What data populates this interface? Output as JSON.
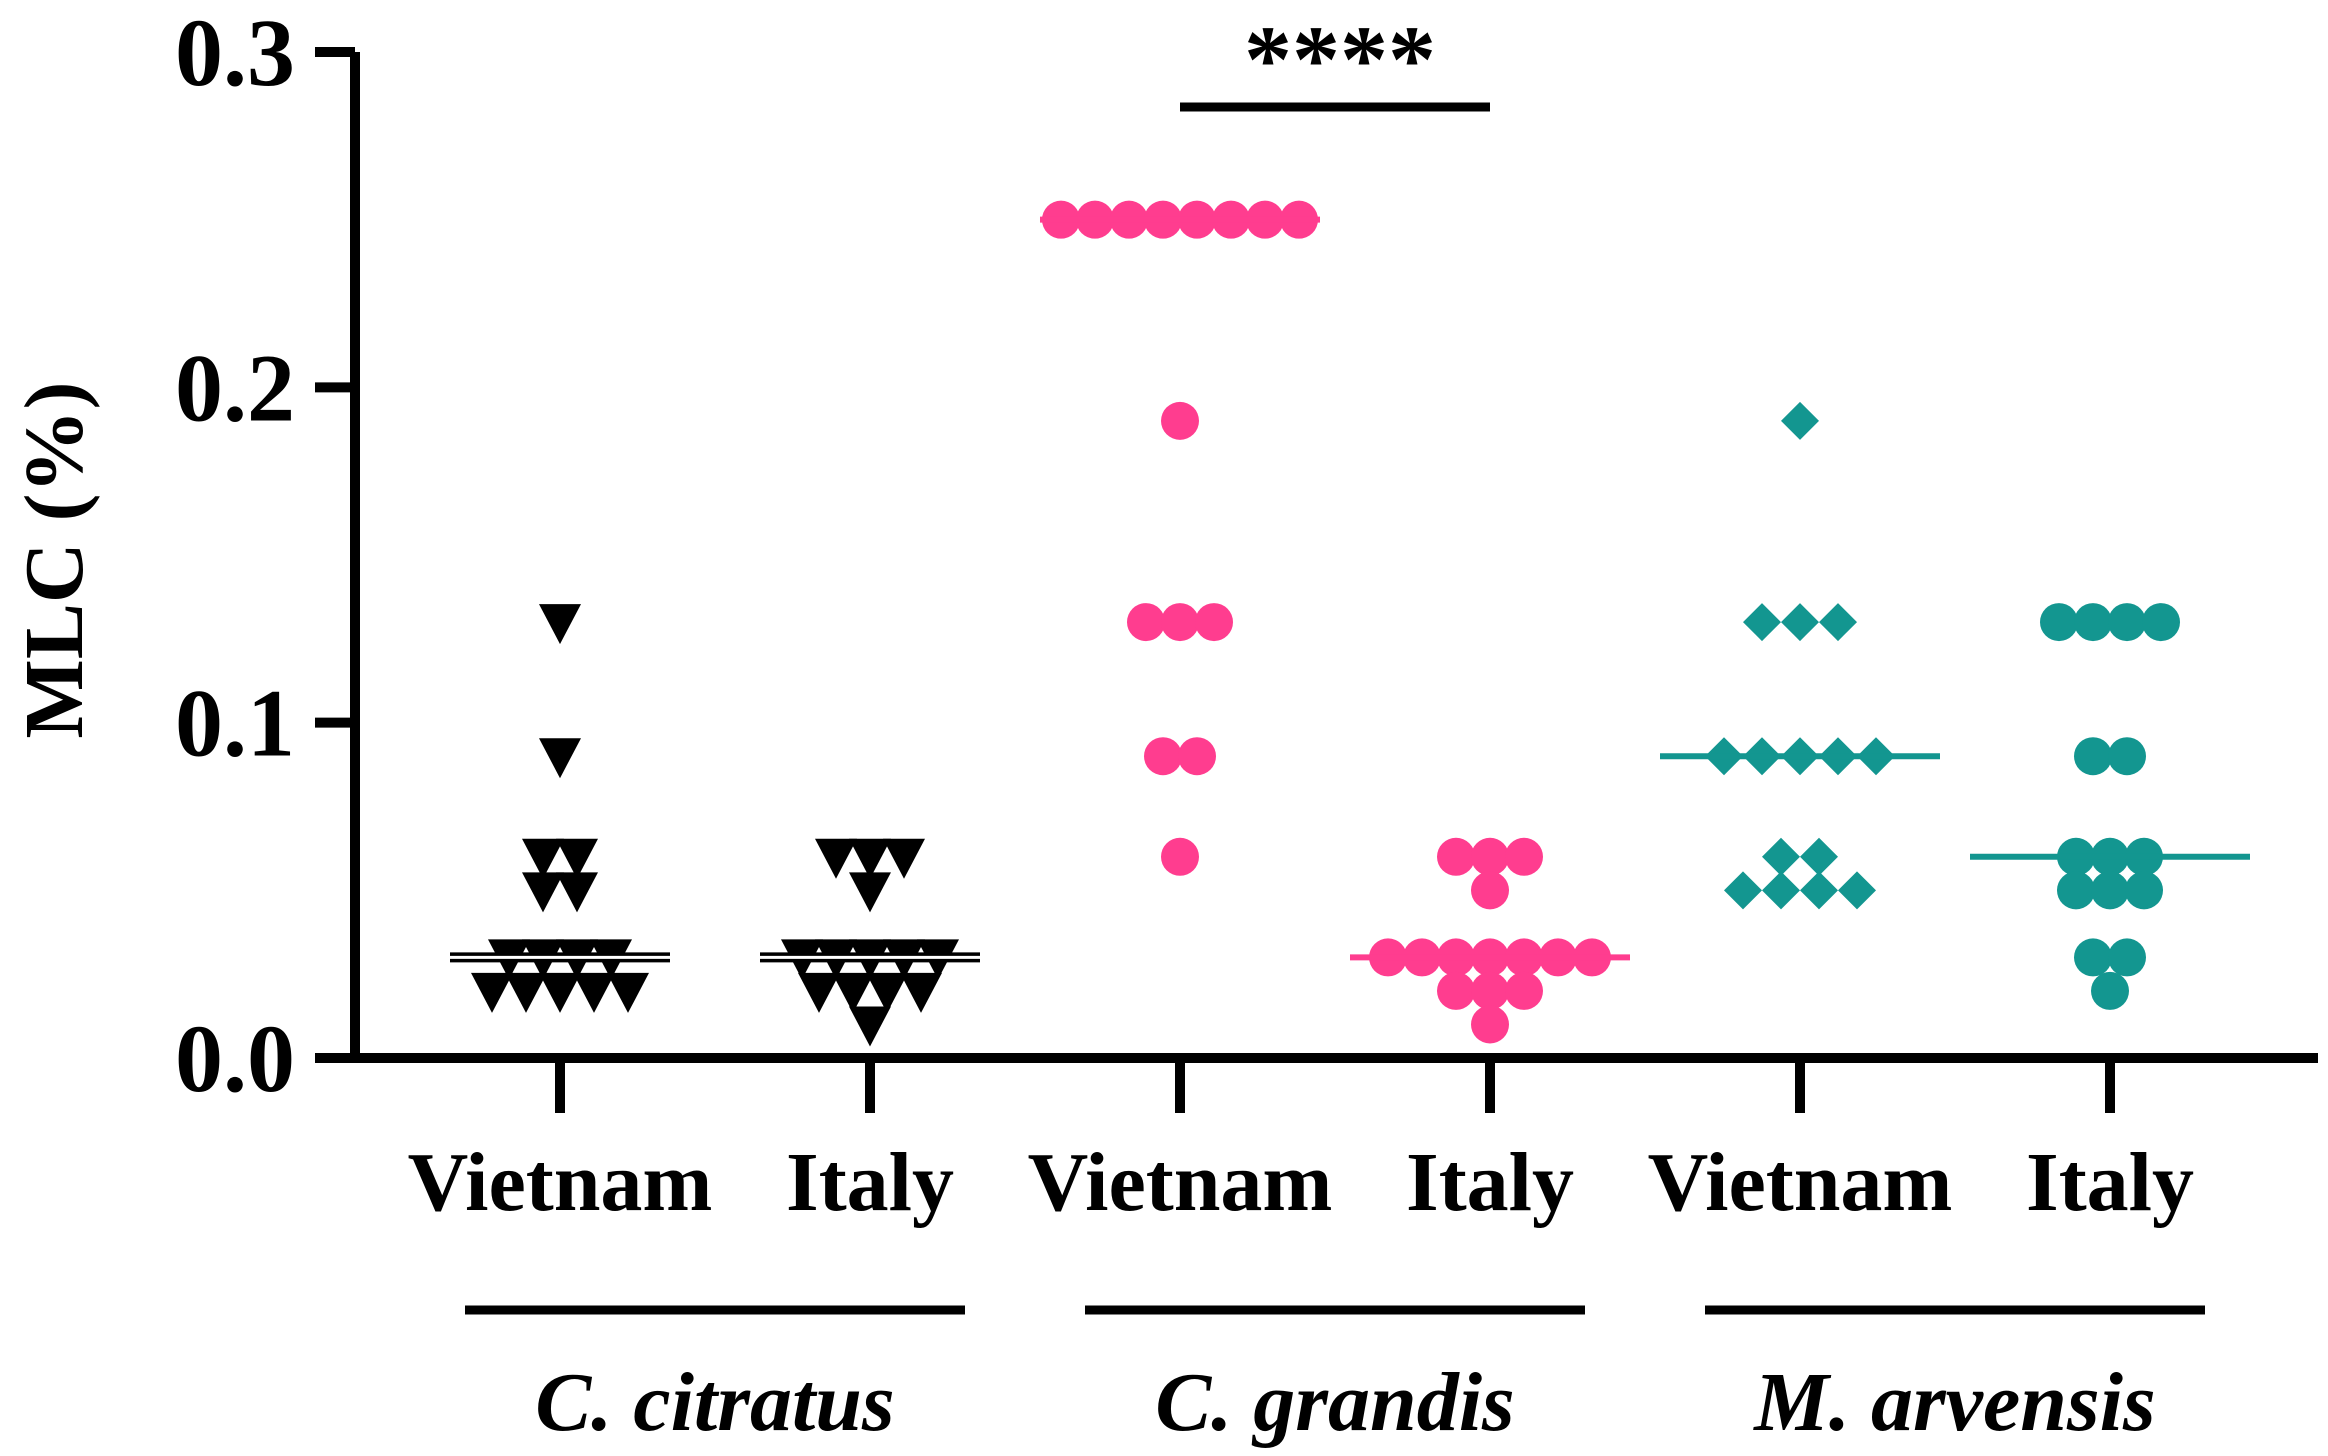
{
  "chart_data": {
    "type": "scatter",
    "ylabel": "MLC (%)",
    "ylim": [
      0,
      0.3
    ],
    "yticks": [
      "0.0",
      "0.1",
      "0.2",
      "0.3"
    ],
    "yticks_values": [
      0,
      0.1,
      0.2,
      0.3
    ],
    "grid": false,
    "groups": [
      {
        "label": "C. citratus",
        "categories": [
          0,
          1
        ]
      },
      {
        "label": "C. grandis",
        "categories": [
          2,
          3
        ]
      },
      {
        "label": "M. arvensis",
        "categories": [
          4,
          5
        ]
      }
    ],
    "categories": [
      {
        "label": "Vietnam",
        "group": "C. citratus",
        "marker": "triangle-down",
        "color": "#000000",
        "median": 0.03,
        "values": [
          0.13,
          0.09,
          0.06,
          0.06,
          0.05,
          0.05,
          0.03,
          0.03,
          0.03,
          0.03,
          0.02,
          0.02,
          0.02,
          0.02,
          0.02
        ]
      },
      {
        "label": "Italy",
        "group": "C. citratus",
        "marker": "triangle-down",
        "color": "#000000",
        "median": 0.03,
        "values": [
          0.06,
          0.06,
          0.06,
          0.05,
          0.03,
          0.03,
          0.03,
          0.03,
          0.03,
          0.02,
          0.02,
          0.02,
          0.02,
          0.01
        ]
      },
      {
        "label": "Vietnam",
        "group": "C. grandis",
        "marker": "circle",
        "color": "#FF3D8F",
        "median": 0.25,
        "values": [
          0.25,
          0.25,
          0.25,
          0.25,
          0.25,
          0.25,
          0.25,
          0.25,
          0.19,
          0.13,
          0.13,
          0.13,
          0.09,
          0.09,
          0.06
        ]
      },
      {
        "label": "Italy",
        "group": "C. grandis",
        "marker": "circle",
        "color": "#FF3D8F",
        "median": 0.03,
        "values": [
          0.06,
          0.06,
          0.06,
          0.05,
          0.03,
          0.03,
          0.03,
          0.03,
          0.03,
          0.03,
          0.03,
          0.02,
          0.02,
          0.02,
          0.01
        ]
      },
      {
        "label": "Vietnam",
        "group": "M. arvensis",
        "marker": "diamond",
        "color": "#139690",
        "median": 0.09,
        "values": [
          0.19,
          0.13,
          0.13,
          0.13,
          0.09,
          0.09,
          0.09,
          0.09,
          0.09,
          0.06,
          0.06,
          0.05,
          0.05,
          0.05,
          0.05
        ]
      },
      {
        "label": "Italy",
        "group": "M. arvensis",
        "marker": "circle",
        "color": "#139690",
        "median": 0.06,
        "values": [
          0.13,
          0.13,
          0.13,
          0.13,
          0.09,
          0.09,
          0.06,
          0.06,
          0.06,
          0.05,
          0.05,
          0.05,
          0.03,
          0.03,
          0.02
        ]
      }
    ],
    "significance": [
      {
        "between": [
          2,
          3
        ],
        "label": "****"
      }
    ]
  }
}
